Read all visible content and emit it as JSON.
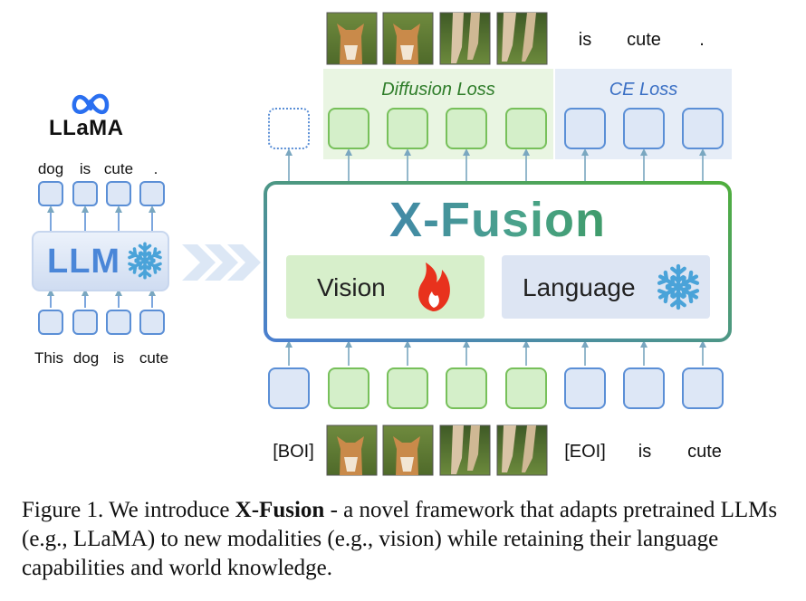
{
  "llama": {
    "logo_text": "LLaMA"
  },
  "llm": {
    "block_label": "LLM",
    "output_words": [
      "dog",
      "is",
      "cute",
      "."
    ],
    "input_words": [
      "This",
      "dog",
      "is",
      "cute"
    ]
  },
  "xfusion": {
    "title": "X-Fusion",
    "vision_label": "Vision",
    "language_label": "Language"
  },
  "losses": {
    "diffusion": "Diffusion Loss",
    "ce": "CE Loss"
  },
  "outputs": {
    "text_tokens": [
      "is",
      "cute",
      "."
    ]
  },
  "inputs": {
    "boi": "[BOI]",
    "eoi": "[EOI]",
    "text_tokens": [
      "is",
      "cute"
    ]
  },
  "caption": {
    "prefix": "Figure 1. We introduce ",
    "bold": "X-Fusion",
    "suffix": " - a novel framework that adapts pretrained LLMs (e.g., LLaMA) to new modalities (e.g., vision) while retaining their language capabilities and world knowledge."
  },
  "colors": {
    "vision_green": "#77c05a",
    "language_blue": "#5b8fd6",
    "flame": "#e8321d",
    "snowflake": "#4aa3d9"
  }
}
